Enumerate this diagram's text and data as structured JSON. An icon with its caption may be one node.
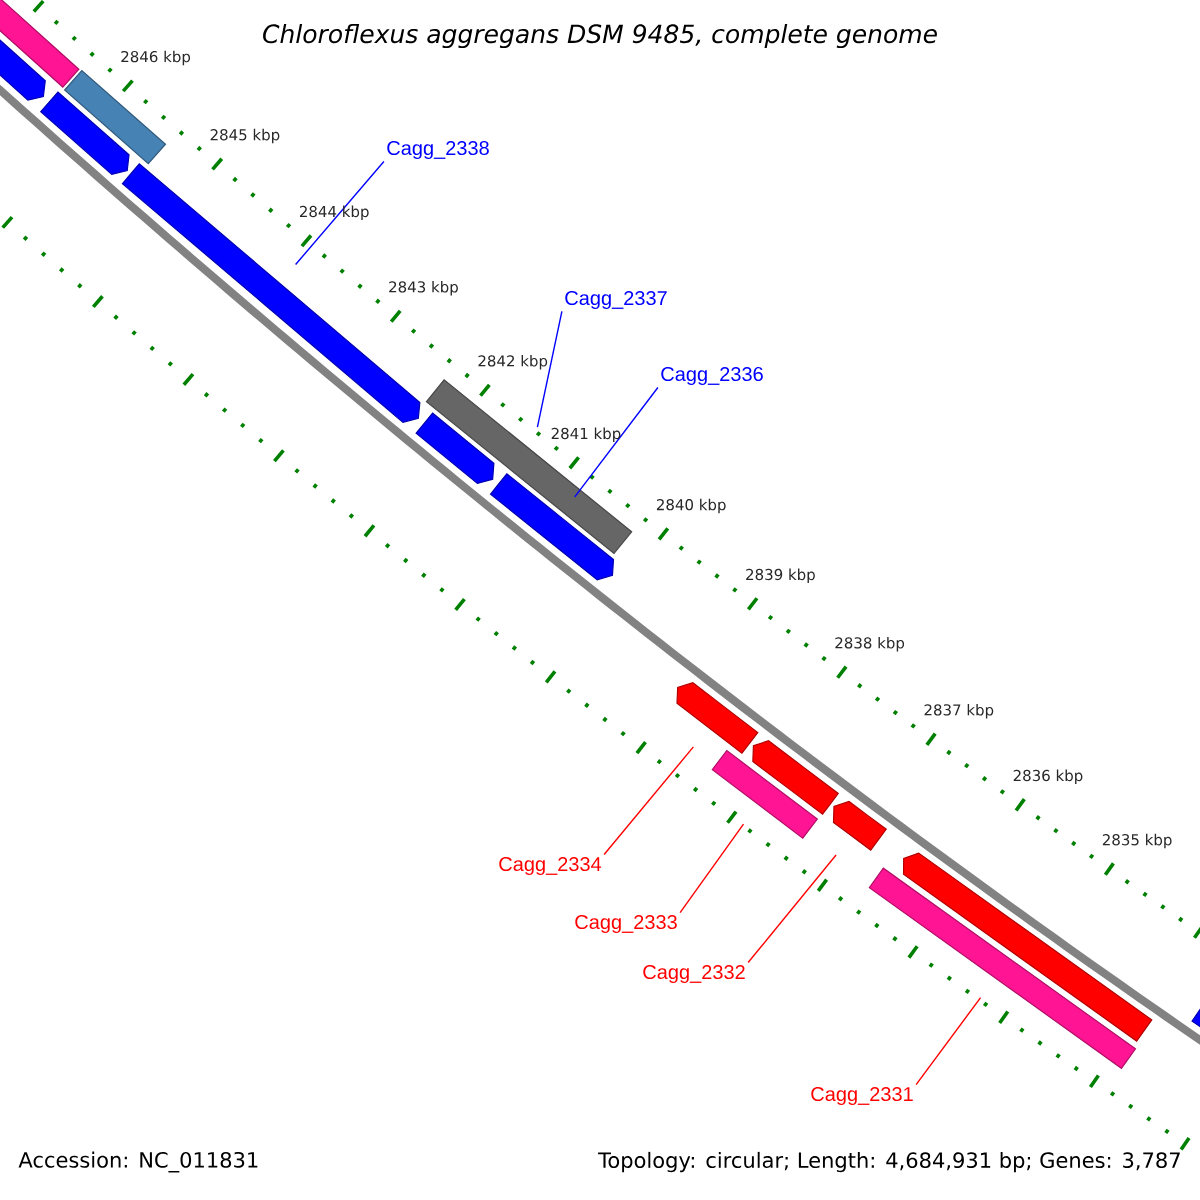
{
  "diagram": {
    "title": "Chloroflexus aggregans DSM 9485, complete genome",
    "nodes": [
      {
        "text": [
          "Cagg_2338"
        ]
      },
      {
        "text": [
          "Cagg_2337"
        ]
      },
      {
        "text": [
          "Cagg_2336"
        ]
      },
      {
        "text": [
          "Cagg_2334"
        ]
      },
      {
        "text": [
          "Cagg_2333"
        ]
      },
      {
        "text": [
          "Cagg_2332"
        ]
      },
      {
        "text": [
          "Cagg_2331"
        ]
      },
      {
        "text": [],
        "shape": "bar"
      },
      {
        "text": [],
        "shape": "bar"
      },
      {
        "text": [],
        "shape": "pentagon"
      },
      {
        "text": [],
        "shape": "pentagon"
      },
      {
        "text": [],
        "shape": "pentagon"
      },
      {
        "text": [],
        "shape": "bar"
      },
      {
        "text": [],
        "shape": "pentagon"
      },
      {
        "text": [],
        "shape": "pentagon"
      },
      {
        "text": [],
        "shape": "pentagon"
      },
      {
        "text": [],
        "shape": "pentagon"
      },
      {
        "text": [],
        "shape": "bar"
      },
      {
        "text": [],
        "shape": "pentagon"
      },
      {
        "text": [],
        "shape": "pentagon"
      },
      {
        "text": [],
        "shape": "bar"
      },
      {
        "text": [],
        "shape": "pentagon"
      }
    ],
    "edges": [
      {
        "from": 0,
        "to": 11,
        "arrow": "none",
        "color": "#0000ff"
      },
      {
        "from": 1,
        "to": 12,
        "arrow": "none",
        "color": "#0000ff"
      },
      {
        "from": 2,
        "to": 14,
        "arrow": "none",
        "color": "#0000ff"
      },
      {
        "from": 3,
        "to": 15,
        "arrow": "none"
      },
      {
        "from": 4,
        "to": 17,
        "arrow": "none"
      },
      {
        "from": 5,
        "to": 18,
        "arrow": "none"
      },
      {
        "from": 6,
        "to": 20,
        "arrow": "none"
      }
    ],
    "labels": [
      "2846 kbp",
      "2845 kbp",
      "2844 kbp",
      "2843 kbp",
      "2842 kbp",
      "2841 kbp",
      "2840 kbp",
      "2839 kbp",
      "2838 kbp",
      "2837 kbp",
      "2836 kbp",
      "2835 kbp",
      "Accession: NC_011831",
      "Topology: circular; Length: 4,684,931 bp; Genes: 3,787"
    ]
  }
}
